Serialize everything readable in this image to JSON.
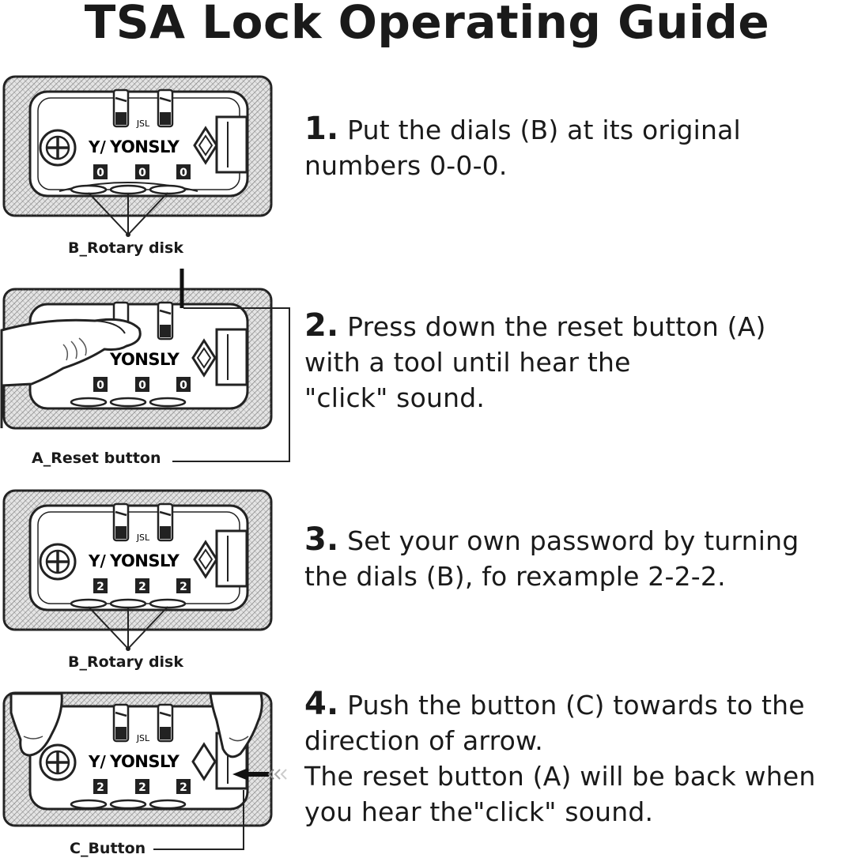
{
  "title": "TSA Lock Operating Guide",
  "brand": "YONSLY",
  "model": "JSL",
  "steps": [
    {
      "number": "1.",
      "lines": [
        "Put the dials (B) at its original",
        "numbers 0-0-0."
      ],
      "dials": [
        "0",
        "0",
        "0"
      ],
      "callout": "B_Rotary disk"
    },
    {
      "number": "2.",
      "lines": [
        "Press down the reset button (A)",
        "with a tool until hear the",
        "\"click\" sound."
      ],
      "dials": [
        "0",
        "0",
        "0"
      ],
      "callout": "A_Reset button"
    },
    {
      "number": "3.",
      "lines": [
        "Set your own password by turning",
        "the dials (B), fo rexample 2-2-2."
      ],
      "dials": [
        "2",
        "2",
        "2"
      ],
      "callout": "B_Rotary disk"
    },
    {
      "number": "4.",
      "lines": [
        "Push the button (C) towards to the",
        "direction of arrow.",
        "The reset button (A) will be back when",
        "you hear the\"click\" sound."
      ],
      "dials": [
        "2",
        "2",
        "2"
      ],
      "callout": "C_Button"
    }
  ]
}
